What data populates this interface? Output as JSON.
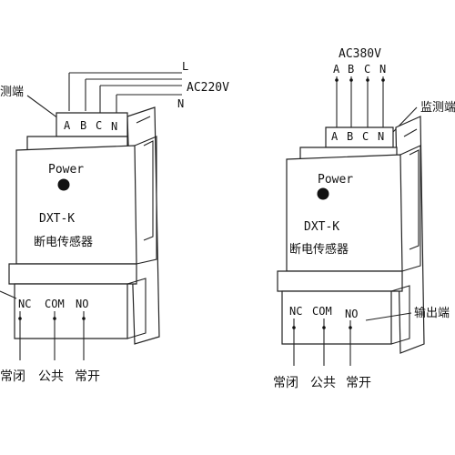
{
  "left": {
    "supply_L": "L",
    "supply_voltage": "AC220V",
    "supply_N": "N",
    "input_label": "测端",
    "terminals": [
      "A",
      "B",
      "C",
      "N"
    ],
    "power_label": "Power",
    "model": "DXT-K",
    "name": "断电传感器",
    "outputs": [
      "NC",
      "COM",
      "NO"
    ],
    "bottom_labels": [
      "常闭",
      "公共",
      "常开"
    ]
  },
  "right": {
    "supply_voltage": "AC380V",
    "phase_labels": [
      "A",
      "B",
      "C",
      "N"
    ],
    "monitor_label": "监测端",
    "terminals": [
      "A",
      "B",
      "C",
      "N"
    ],
    "power_label": "Power",
    "model": "DXT-K",
    "name": "断电传感器",
    "outputs": [
      "NC",
      "COM",
      "NO"
    ],
    "output_label": "输出端",
    "bottom_labels": [
      "常闭",
      "公共",
      "常开"
    ]
  }
}
